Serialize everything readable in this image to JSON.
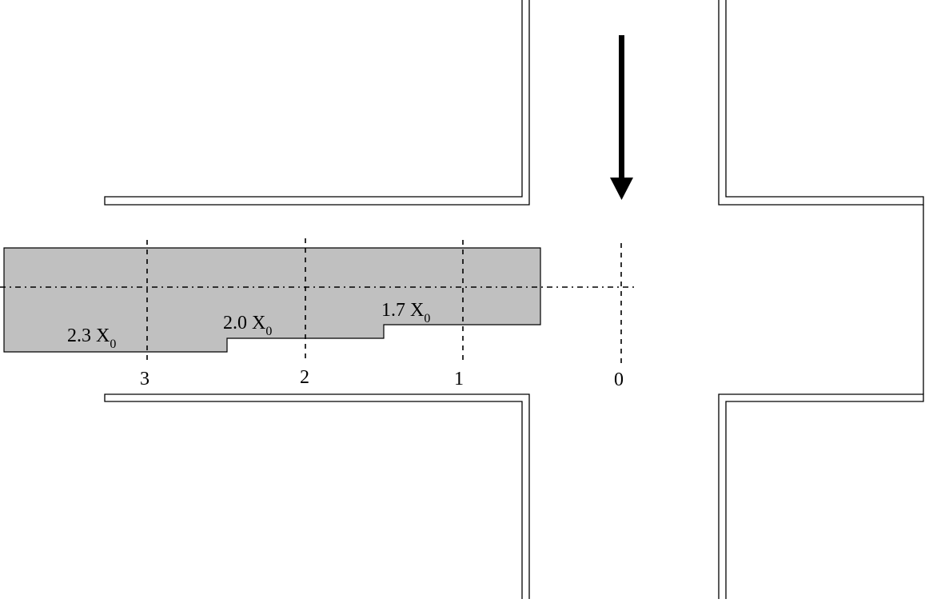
{
  "diagram": {
    "direction_arrow": "down-arrow",
    "absorber": {
      "fill_color": "#c0c0c0",
      "sections": [
        {
          "value": "2.3 X",
          "subscript": "0"
        },
        {
          "value": "2.0 X",
          "subscript": "0"
        },
        {
          "value": "1.7 X",
          "subscript": "0"
        }
      ]
    },
    "positions": [
      "3",
      "2",
      "1",
      "0"
    ]
  }
}
